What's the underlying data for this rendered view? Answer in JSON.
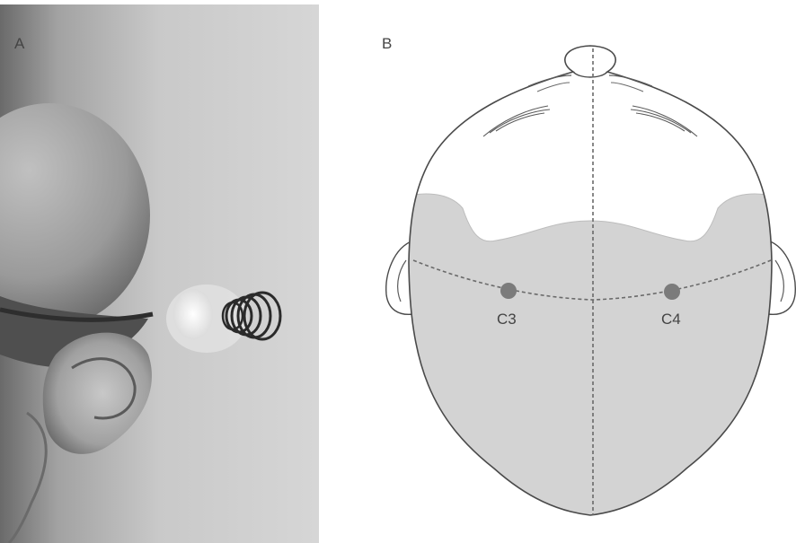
{
  "figure": {
    "panel_a": {
      "letter": "A"
    },
    "panel_b": {
      "letter": "B",
      "electrodes": [
        {
          "label": "C3"
        },
        {
          "label": "C4"
        }
      ]
    }
  },
  "colors": {
    "region_fill": "#d3d3d3",
    "electrode_fill": "#7b7b7b",
    "outline": "#4a4a4a"
  }
}
